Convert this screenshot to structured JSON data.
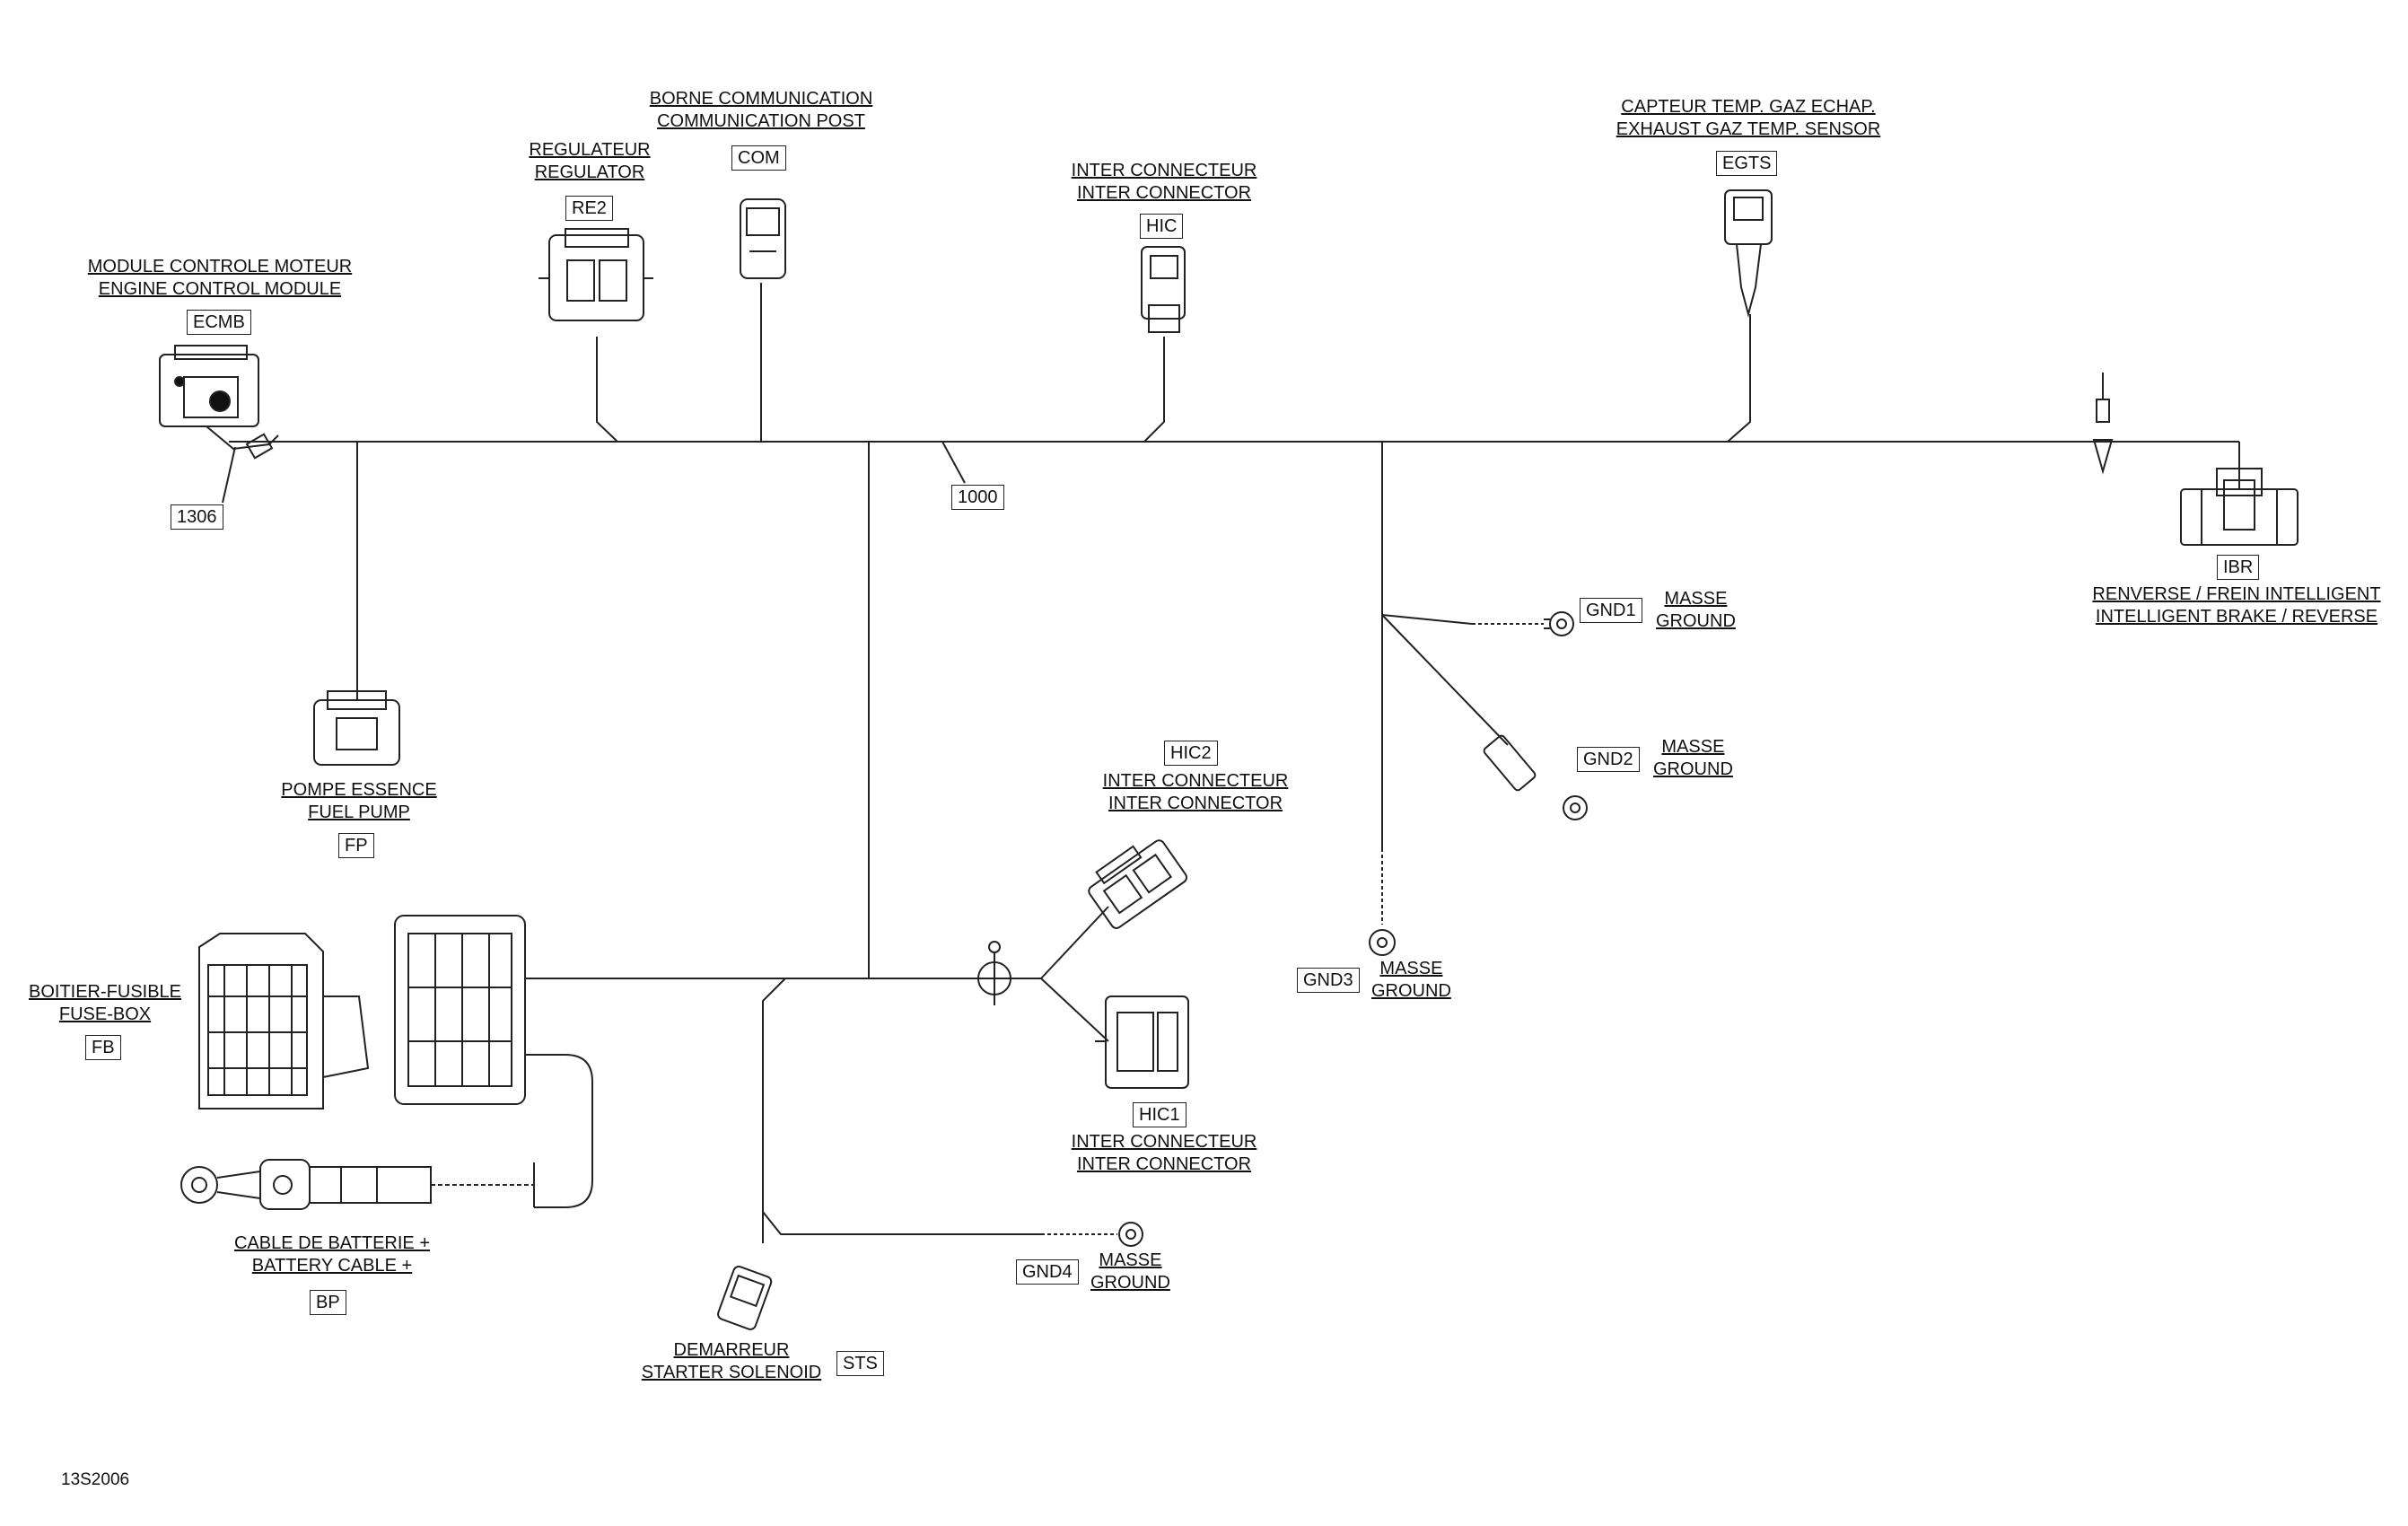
{
  "figure_id": "13S2006",
  "harness_code": "1000",
  "components": {
    "com": {
      "fr": "BORNE COMMUNICATION",
      "en": "COMMUNICATION POST",
      "code": "COM"
    },
    "re2": {
      "fr": "REGULATEUR",
      "en": "REGULATOR",
      "code": "RE2"
    },
    "hic": {
      "fr": "INTER CONNECTEUR",
      "en": "INTER CONNECTOR",
      "code": "HIC"
    },
    "egts": {
      "fr": "CAPTEUR TEMP. GAZ ECHAP.",
      "en": "EXHAUST GAZ TEMP. SENSOR",
      "code": "EGTS"
    },
    "ecmb": {
      "fr": "MODULE CONTROLE MOTEUR",
      "en": "ENGINE CONTROL MODULE",
      "code": "ECMB"
    },
    "c1306": {
      "code": "1306"
    },
    "ibr": {
      "fr": "RENVERSE / FREIN INTELLIGENT",
      "en": "INTELLIGENT BRAKE / REVERSE",
      "code": "IBR"
    },
    "gnd1": {
      "fr": "MASSE",
      "en": "GROUND",
      "code": "GND1"
    },
    "gnd2": {
      "fr": "MASSE",
      "en": "GROUND",
      "code": "GND2"
    },
    "gnd3": {
      "fr": "MASSE",
      "en": "GROUND",
      "code": "GND3"
    },
    "gnd4": {
      "fr": "MASSE",
      "en": "GROUND",
      "code": "GND4"
    },
    "fp": {
      "fr": "POMPE ESSENCE",
      "en": "FUEL PUMP",
      "code": "FP"
    },
    "hic2": {
      "fr": "INTER CONNECTEUR",
      "en": "INTER CONNECTOR",
      "code": "HIC2"
    },
    "hic1": {
      "fr": "INTER CONNECTEUR",
      "en": "INTER CONNECTOR",
      "code": "HIC1"
    },
    "fb": {
      "fr": "BOITIER-FUSIBLE",
      "en": "FUSE-BOX",
      "code": "FB"
    },
    "bp": {
      "fr": "CABLE DE BATTERIE +",
      "en": "BATTERY CABLE +",
      "code": "BP"
    },
    "sts": {
      "fr": "DEMARREUR",
      "en": "STARTER SOLENOID",
      "code": "STS"
    }
  }
}
